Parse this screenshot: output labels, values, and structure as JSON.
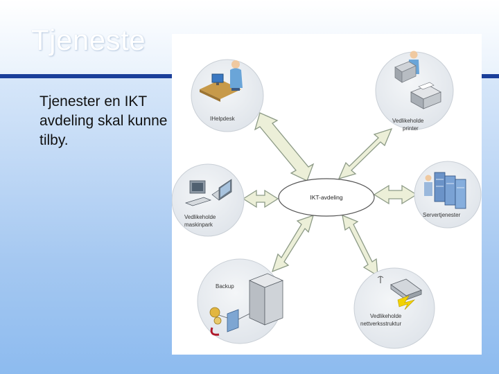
{
  "slide": {
    "title": "Tjeneste",
    "body": "Tjenester en IKT avdeling skal kunne tilby."
  },
  "diagram": {
    "center": "IKT-avdeling",
    "nodes": [
      {
        "id": "helpdesk",
        "lines": [
          "IHelpdesk"
        ]
      },
      {
        "id": "printer",
        "lines": [
          "Vedlikeholde",
          "printer"
        ]
      },
      {
        "id": "server",
        "lines": [
          "Servertjenester"
        ]
      },
      {
        "id": "network",
        "lines": [
          "Vedlikeholde",
          "nettverksstruktur"
        ]
      },
      {
        "id": "backup",
        "lines": [
          "Backup"
        ]
      },
      {
        "id": "maskinpark",
        "lines": [
          "Vedlikeholde",
          "maskinpark"
        ]
      }
    ]
  },
  "colors": {
    "title_rule": "#1b3f9a",
    "node_fill": "#e7ebef",
    "arrow_fill": "#ecefd8",
    "arrow_stroke": "#8c9a86"
  }
}
